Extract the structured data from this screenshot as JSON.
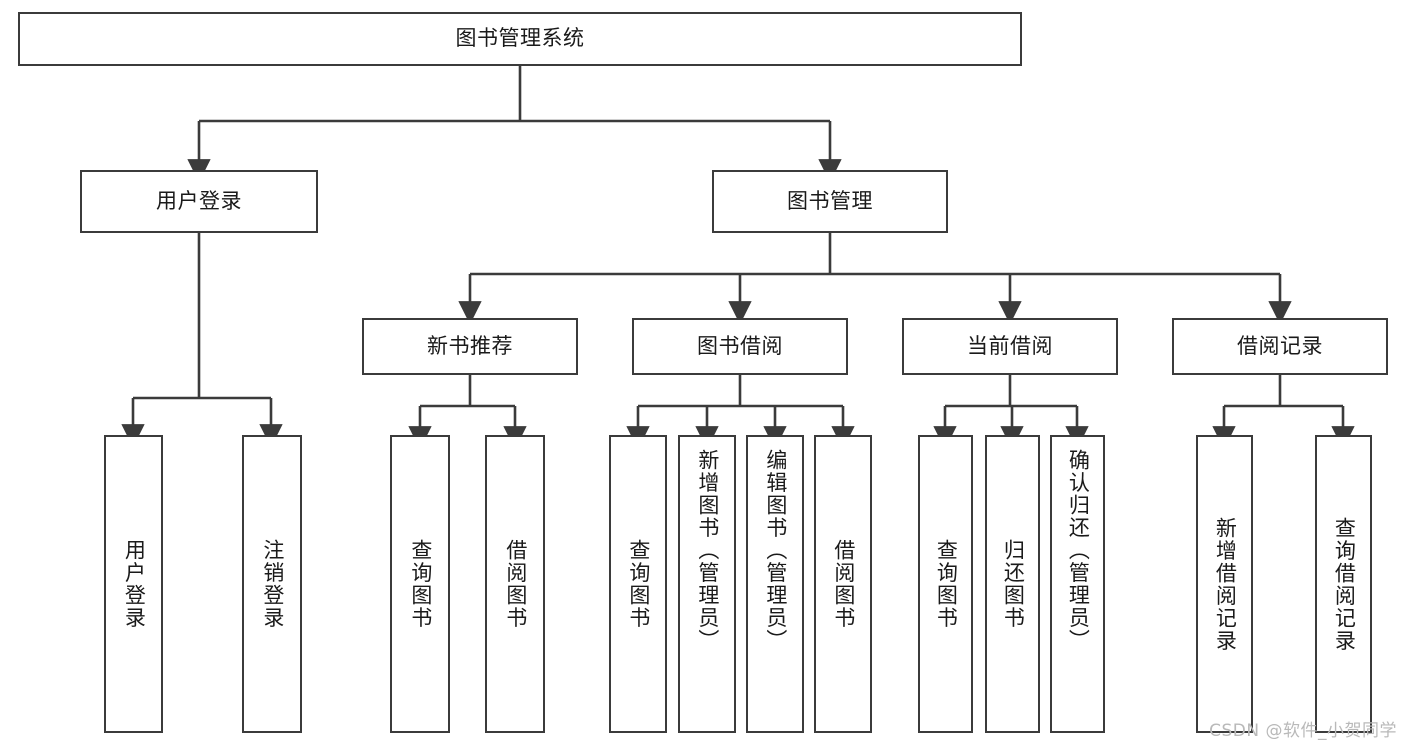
{
  "diagram": {
    "title": "图书管理系统",
    "type": "tree-hierarchy",
    "watermark": "CSDN @软件_小贺同学",
    "colors": {
      "background": "#ffffff",
      "node_fill": "#ffffff",
      "node_border": "#3b3b3b",
      "edge": "#3b3b3b",
      "text": "#1a1a1a",
      "watermark": "#b9b9b9"
    },
    "nodes": {
      "root": {
        "label": "图书管理系统"
      },
      "level2": [
        {
          "id": "user-login",
          "label": "用户登录"
        },
        {
          "id": "book-manage",
          "label": "图书管理"
        }
      ],
      "level3": [
        {
          "id": "new-book-recommend",
          "label": "新书推荐"
        },
        {
          "id": "book-borrow",
          "label": "图书借阅"
        },
        {
          "id": "current-borrow",
          "label": "当前借阅"
        },
        {
          "id": "borrow-record",
          "label": "借阅记录"
        }
      ],
      "leaves": {
        "user-login": [
          {
            "id": "leaf-user-login",
            "label": "用户登录"
          },
          {
            "id": "leaf-logout-login",
            "label": "注销登录"
          }
        ],
        "new-book-recommend": [
          {
            "id": "leaf-query-book-1",
            "label": "查询图书"
          },
          {
            "id": "leaf-borrow-book-1",
            "label": "借阅图书"
          }
        ],
        "book-borrow": [
          {
            "id": "leaf-query-book-2",
            "label": "查询图书"
          },
          {
            "id": "leaf-add-book",
            "label": "新增图书（管理员）"
          },
          {
            "id": "leaf-edit-book",
            "label": "编辑图书（管理员）"
          },
          {
            "id": "leaf-borrow-book-2",
            "label": "借阅图书"
          }
        ],
        "current-borrow": [
          {
            "id": "leaf-query-book-3",
            "label": "查询图书"
          },
          {
            "id": "leaf-return-book",
            "label": "归还图书"
          },
          {
            "id": "leaf-confirm-return",
            "label": "确认归还（管理员）"
          }
        ],
        "borrow-record": [
          {
            "id": "leaf-add-record",
            "label": "新增借阅记录"
          },
          {
            "id": "leaf-query-record",
            "label": "查询借阅记录"
          }
        ]
      }
    }
  }
}
